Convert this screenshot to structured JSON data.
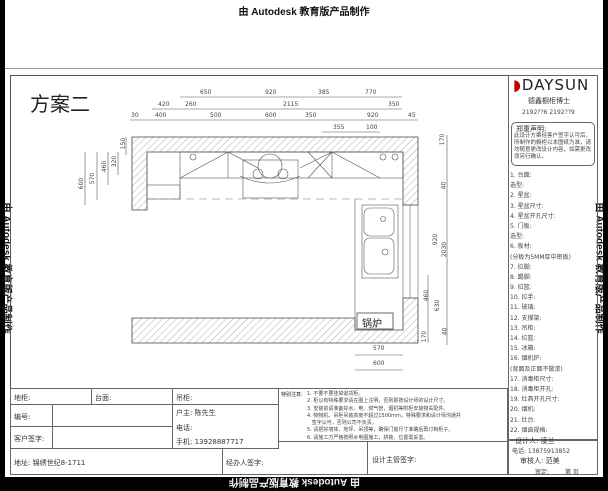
{
  "watermark": "由 Autodesk 教育版产品制作",
  "plan_title": "方案二",
  "dims_top": {
    "row1": [
      "650",
      "920",
      "385",
      "770"
    ],
    "row2": [
      "420",
      "260",
      "2115",
      "350"
    ],
    "row3": [
      "30",
      "400",
      "500",
      "600",
      "350",
      "920",
      "45"
    ],
    "row4": [
      "355",
      "100"
    ]
  },
  "dims_left": [
    "600",
    "570",
    "460",
    "320",
    "150"
  ],
  "dims_right": [
    "170",
    "40",
    "920",
    "2030",
    "460",
    "630",
    "40",
    "170"
  ],
  "dims_bottom": [
    "570",
    "600"
  ],
  "boiler_label": "锅炉",
  "brand": {
    "logo": "DAYSUN",
    "name": "德鑫橱柜博士",
    "phones": "2192??6  2192??9"
  },
  "notice": {
    "title": "郑重声明:",
    "body": "此设计方案经客户签字认可后，所制作的橱柜以本图纸为准，请勿随意更改设计内容，如需更改须另行确认。"
  },
  "spec_list": [
    "1. 台面:",
    "   选型:",
    "2. 星盆:",
    "3. 星盆尺寸:",
    "4. 星盆开孔尺寸:",
    "5. 门板:",
    "   选型:",
    "6. 板材:",
    "(分板为5MM厚中密板)",
    "7. 拉脚:",
    "8. 踢脚:",
    "9. 拉篮:",
    "10. 拉手:",
    "11. 玻璃:",
    "12. 支撑架:",
    "13. 吊柜:",
    "14. 拉篮:",
    "15. 冰箱:",
    "16. 烟机炉:",
    "(背面及正面不做漆)",
    "17. 消毒柜尺寸:",
    "18. 消毒柜开孔:",
    "19. 灶具开孔尺寸:",
    "20. 烟机:",
    "21. 灶台:",
    "22. 烟囱规格:"
  ],
  "designer": "设计人:  凌兰",
  "designer_phone": "电话: 13875913852",
  "reviewer": "审核人:  范美",
  "approve": "审定:",
  "page": "第    页",
  "table": {
    "base_cabinet": "地柜:",
    "countertop": "台面:",
    "wall_cabinet": "吊柜:",
    "number": "编号:",
    "owner": "户主: 陈先生",
    "phone": "电话:",
    "mobile": "手机: 13928887717",
    "client_sign": "客户签字:",
    "address": "地址: 锦绣世纪8-1711",
    "agent_sign": "经办人签字:",
    "supervisor_sign": "设计主管签字:"
  },
  "notes": {
    "label": "特别注意:",
    "items": [
      "1. 不要不要挂掉退货柜。",
      "2. 柜以有特殊要求请在图上注明，否则即按设计师的设计尺寸。",
      "3. 安装前请准备好水、电、燃气管，烟机等附柜安装物关配件。",
      "4. 物物机、吊柜吊装高度不超过1500mm，特殊要求和设计师沟通并",
      "   签字认可，否则公司不负责。",
      "5. 请把好墙体、地坪、吊顶等，确保门窗尺寸准确后再订制柜子。",
      "6. 请施工方严格按照水电图施工，拼装、位置需妥善。"
    ]
  }
}
